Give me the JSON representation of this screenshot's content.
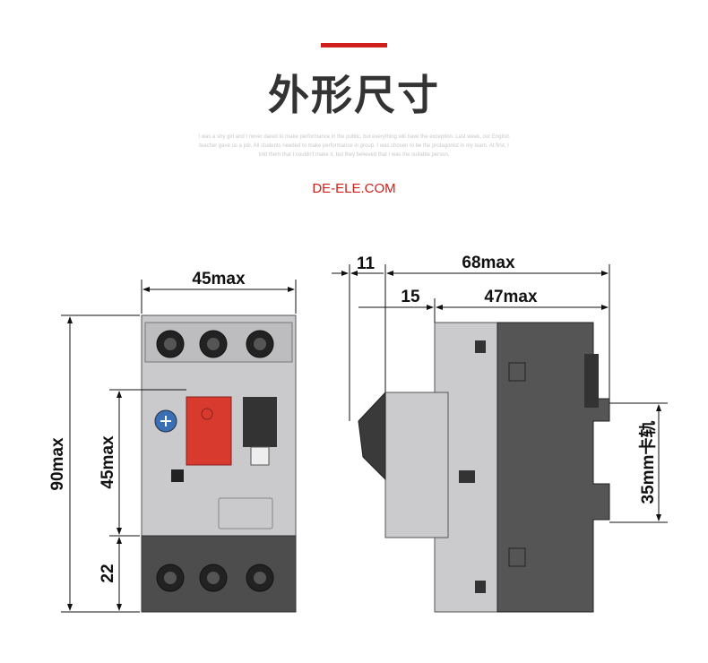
{
  "title": "外形尺寸",
  "blurb": "I was a shy girl and I never dared to make performance in the public, but everything will have the exception. Last week, our English teacher gave us a job. All students needed to make performance in group. I was chosen to be the protagonist in my team. At first, I told them that I couldn't make it, but they believed that I was the suitable person.",
  "website": "DE-ELE.COM",
  "front_view": {
    "width": "45max",
    "height": "90max",
    "handle_height": "45max",
    "bottom": "22"
  },
  "side_view": {
    "offset": "11",
    "depth": "68max",
    "step": "15",
    "body_depth": "47max",
    "rail": "35mm卡轨"
  },
  "colors": {
    "accent": "#d0201c",
    "body": "#c9c9cb",
    "dark": "#4a4a4a",
    "knob": "#3a6fb5",
    "button": "#d83a2e"
  }
}
